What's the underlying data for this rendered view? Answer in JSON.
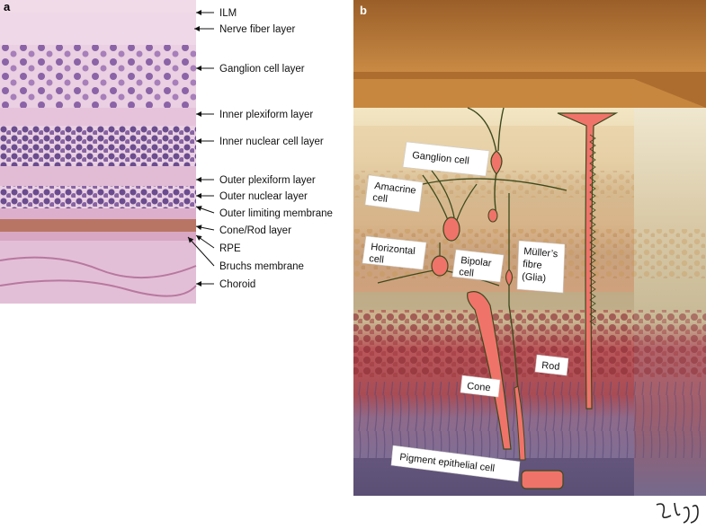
{
  "panels": {
    "a": {
      "letter": "a"
    },
    "b": {
      "letter": "b"
    }
  },
  "histology_layers": [
    {
      "label": "ILM"
    },
    {
      "label": "Nerve fiber layer"
    },
    {
      "label": "Ganglion cell layer"
    },
    {
      "label": "Inner plexiform layer"
    },
    {
      "label": "Inner nuclear cell layer"
    },
    {
      "label": "Outer plexiform layer"
    },
    {
      "label": "Outer nuclear layer"
    },
    {
      "label": "Outer limiting membrane"
    },
    {
      "label": "Cone/Rod layer"
    },
    {
      "label": "RPE"
    },
    {
      "label": "Bruchs membrane"
    },
    {
      "label": "Choroid"
    }
  ],
  "cell_labels": {
    "ganglion": [
      "Ganglion cell"
    ],
    "amacrine": [
      "Amacrine",
      "cell"
    ],
    "horizontal": [
      "Horizontal",
      "cell"
    ],
    "bipolar": [
      "Bipolar",
      "cell"
    ],
    "muller": [
      "Müller’s",
      "fibre",
      "(Glia)"
    ],
    "rod": [
      "Rod"
    ],
    "cone": [
      "Cone"
    ],
    "pigment": [
      "Pigment epithelial cell"
    ]
  },
  "colors": {
    "cell_fill": "#f0736a",
    "cell_outline": "#3d4a1e",
    "histology_pink": "#e4b7d2",
    "histology_nuclei": "#4b2a7a",
    "cube_top": "#b67533",
    "cube_side": "#c9c0a6"
  }
}
